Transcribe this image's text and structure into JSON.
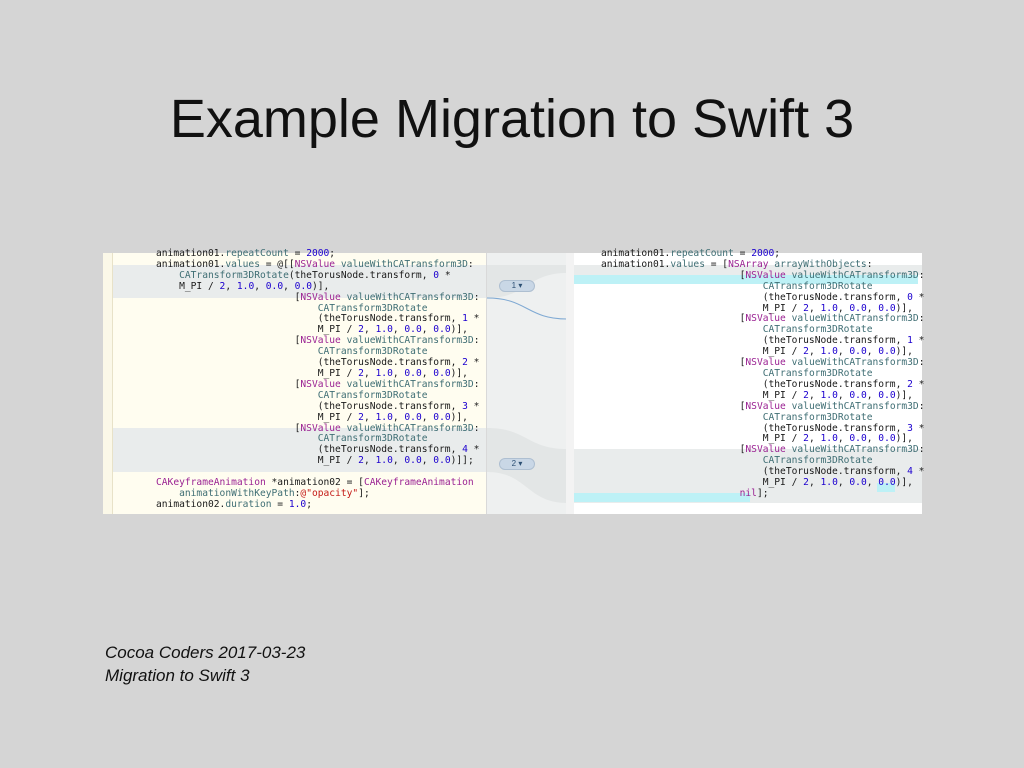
{
  "slide": {
    "title": "Example Migration to Swift 3",
    "footer_line1": "Cocoa Coders 2017-03-23",
    "footer_line2": "Migration to Swift 3"
  },
  "diff": {
    "change_badges": [
      "1",
      "2"
    ],
    "left_lines": [
      "animation01.repeatCount = 2000;",
      "animation01.values = @[[NSValue valueWithCATransform3D:",
      "    CATransform3DRotate(theTorusNode.transform, 0 *",
      "    M_PI / 2, 1.0, 0.0, 0.0)],",
      "                        [NSValue valueWithCATransform3D:",
      "                            CATransform3DRotate",
      "                            (theTorusNode.transform, 1 *",
      "                            M_PI / 2, 1.0, 0.0, 0.0)],",
      "                        [NSValue valueWithCATransform3D:",
      "                            CATransform3DRotate",
      "                            (theTorusNode.transform, 2 *",
      "                            M_PI / 2, 1.0, 0.0, 0.0)],",
      "                        [NSValue valueWithCATransform3D:",
      "                            CATransform3DRotate",
      "                            (theTorusNode.transform, 3 *",
      "                            M_PI / 2, 1.0, 0.0, 0.0)],",
      "                        [NSValue valueWithCATransform3D:",
      "                            CATransform3DRotate",
      "                            (theTorusNode.transform, 4 *",
      "                            M_PI / 2, 1.0, 0.0, 0.0)]];",
      "",
      "CAKeyframeAnimation *animation02 = [CAKeyframeAnimation",
      "    animationWithKeyPath:@\"opacity\"];",
      "animation02.duration = 1.0;"
    ],
    "right_lines": [
      "animation01.repeatCount = 2000;",
      "animation01.values = [NSArray arrayWithObjects:",
      "                        [NSValue valueWithCATransform3D:",
      "                            CATransform3DRotate",
      "                            (theTorusNode.transform, 0 *",
      "                            M_PI / 2, 1.0, 0.0, 0.0)],",
      "                        [NSValue valueWithCATransform3D:",
      "                            CATransform3DRotate",
      "                            (theTorusNode.transform, 1 *",
      "                            M_PI / 2, 1.0, 0.0, 0.0)],",
      "                        [NSValue valueWithCATransform3D:",
      "                            CATransform3DRotate",
      "                            (theTorusNode.transform, 2 *",
      "                            M_PI / 2, 1.0, 0.0, 0.0)],",
      "                        [NSValue valueWithCATransform3D:",
      "                            CATransform3DRotate",
      "                            (theTorusNode.transform, 3 *",
      "                            M_PI / 2, 1.0, 0.0, 0.0)],",
      "                        [NSValue valueWithCATransform3D:",
      "                            CATransform3DRotate",
      "                            (theTorusNode.transform, 4 *",
      "                            M_PI / 2, 1.0, 0.0, 0.0)],",
      "                        nil];"
    ]
  },
  "colors": {
    "background": "#d5d5d5",
    "diff_highlight": "#bdf1f6",
    "change_band": "#e9ecec",
    "left_pane": "#fffdf0"
  }
}
